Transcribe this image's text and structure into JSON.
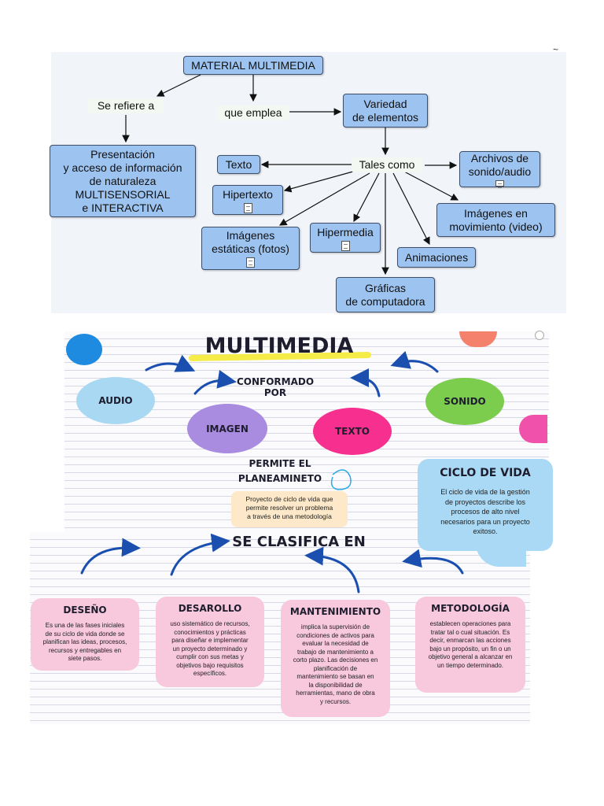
{
  "concept_map": {
    "root": "MATERIAL MULTIMEDIA",
    "link_refers": "Se refiere a",
    "link_uses": "que emplea",
    "presentation": "Presentación\ny acceso de información\nde naturaleza\nMULTISENSORIAL\ne INTERACTIVA",
    "variety": "Variedad\nde elementos",
    "link_such_as": "Tales como",
    "text": "Texto",
    "hypertext": "Hipertexto",
    "static_images": "Imágenes\nestáticas (fotos)",
    "hypermedia": "Hipermedia",
    "computer_graphics": "Gráficas\nde computadora",
    "animations": "Animaciones",
    "moving_images": "Imágenes en\nmovimiento (video)",
    "sound_files": "Archivos de\nsonido/audio",
    "corner_mark": "~"
  },
  "infographic": {
    "title": "MULTIMEDIA",
    "formed_by": "CONFORMADO POR",
    "audio": "AUDIO",
    "image": "IMAGEN",
    "text": "TEXTO",
    "sound": "SONIDO",
    "allows": "PERMITE EL\nPLANEAMINETO",
    "project_note": "Proyecto de ciclo de vida que\npermite resolver un problema\na través de una metodología",
    "life_cycle": {
      "title": "CICLO DE VIDA",
      "body": "El ciclo de vida de la gestión\nde proyectos describe los\nprocesos de alto nivel\nnecesarios para un proyecto\nexitoso."
    },
    "classified": "SE CLASIFICA EN",
    "cards": [
      {
        "title": "DESEÑO",
        "body": "Es una de las fases iniciales\nde su ciclo de vida donde se\nplanifican las ideas, procesos,\nrecursos y entregables en\nsiete pasos."
      },
      {
        "title": "DESAROLLO",
        "body": "uso sistemático de recursos,\nconocimientos y prácticas\npara diseñar e implementar\nun proyecto determinado y\ncumplir con sus metas y\nobjetivos bajo requisitos\nespecíficos."
      },
      {
        "title": "MANTENIMIENTO",
        "body": "implica la supervisión de\ncondiciones de activos para\nevaluar la necesidad de\ntrabajo de mantenimiento a\ncorto plazo. Las decisiones en\nplanificación de\nmantenimiento se basan en\nla disponibilidad de\nherramientas, mano de obra\ny recursos."
      },
      {
        "title": "METODOLOGÍA",
        "body": "establecen operaciones para\ntratar tal o cual situación. Es\ndecir, enmarcan las acciones\nbajo un propósito, un fin o un\nobjetivo general a alcanzar en\nun tiempo determinado."
      }
    ]
  },
  "colors": {
    "node_fill": "#9dc3f0",
    "audio": "#a9d9f2",
    "image": "#a98be0",
    "text": "#f72f8e",
    "sound": "#7ccc4e",
    "arrow_blue": "#1a4fb0",
    "card_pink": "#f8c8dc",
    "life_cycle_blue": "#a9d9f4"
  }
}
